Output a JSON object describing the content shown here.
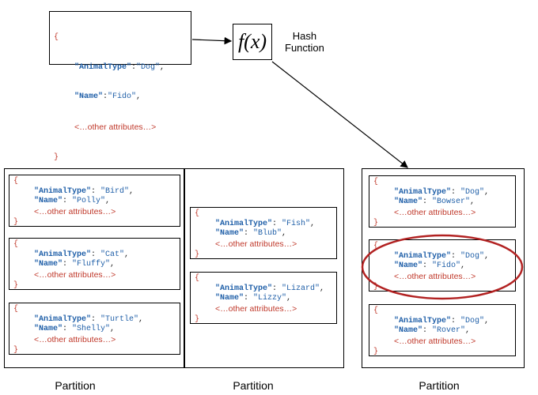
{
  "input_item": {
    "open": "{",
    "type_key": "\"AnimalType\"",
    "type_val": "\"Dog\"",
    "name_key": "\"Name\"",
    "name_val": "\"Fido\"",
    "other": "<…other attributes…>",
    "close": "}"
  },
  "hash": {
    "symbol": "f(x)",
    "label_line1": "Hash",
    "label_line2": "Function"
  },
  "partitions": [
    {
      "label": "Partition",
      "items": [
        {
          "type": "\"Bird\"",
          "name": "\"Polly\""
        },
        {
          "type": "\"Cat\"",
          "name": "\"Fluffy\""
        },
        {
          "type": "\"Turtle\"",
          "name": "\"Shelly\""
        }
      ]
    },
    {
      "label": "Partition",
      "items": [
        {
          "type": "\"Fish\"",
          "name": "\"Blub\""
        },
        {
          "type": "\"Lizard\"",
          "name": "\"Lizzy\""
        }
      ]
    },
    {
      "label": "Partition",
      "items": [
        {
          "type": "\"Dog\"",
          "name": "\"Bowser\""
        },
        {
          "type": "\"Dog\"",
          "name": "\"Fido\""
        },
        {
          "type": "\"Dog\"",
          "name": "\"Rover\""
        }
      ]
    }
  ],
  "common": {
    "open": "{",
    "close": "}",
    "type_key": "\"AnimalType\"",
    "name_key": "\"Name\"",
    "other": "<…other attributes…>"
  },
  "colors": {
    "key": "#1f5fa8",
    "brace": "#c0392b",
    "highlight": "#b22222"
  }
}
